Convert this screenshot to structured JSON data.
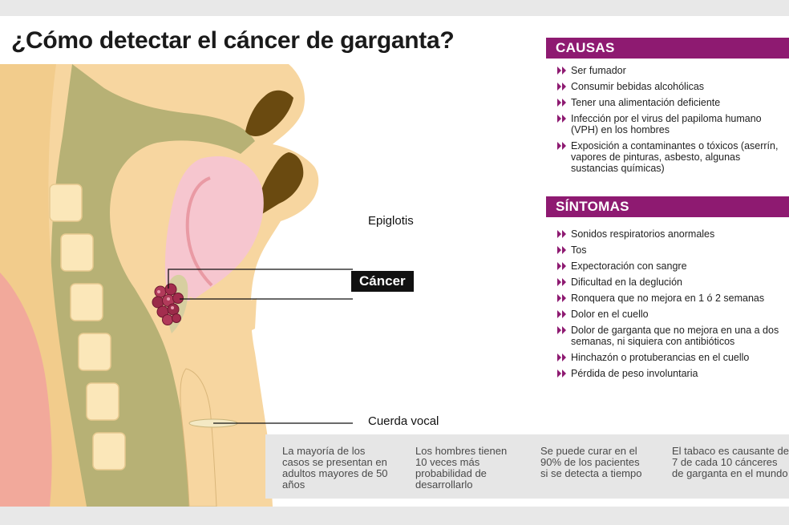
{
  "title": "¿Cómo detectar el cáncer de garganta?",
  "labels": {
    "epiglotis": "Epiglotis",
    "cancer": "Cáncer",
    "cuerda_vocal": "Cuerda vocal"
  },
  "causas": {
    "heading": "CAUSAS",
    "items": [
      "Ser fumador",
      "Consumir bebidas alcohólicas",
      "Tener una alimentación deficiente",
      "Infección por el virus del papiloma humano (VPH) en los hombres",
      "Exposición a contaminantes o tóxicos (aserrín, vapores de pinturas, asbesto, algunas sustancias químicas)"
    ]
  },
  "sintomas": {
    "heading": "SÍNTOMAS",
    "items": [
      "Sonidos respiratorios anormales",
      "Tos",
      "Expectoración con sangre",
      "Dificultad en la deglución",
      "Ronquera que no mejora en 1 ó 2 semanas",
      "Dolor en el cuello",
      "Dolor de garganta que no mejora en una a dos semanas, ni siquiera con antibióticos",
      "Hinchazón o protuberancias en el cuello",
      "Pérdida de peso involuntaria"
    ]
  },
  "stats": [
    "La mayoría de los casos se presentan en adultos mayores de 50 años",
    "Los hombres tienen 10 veces más probabilidad de desarrollarlo",
    "Se puede curar en el 90% de los pacientes si se detecta a tiempo",
    "El tabaco es causante de 7 de cada 10 cánceres de garganta en el mundo"
  ],
  "colors": {
    "accent": "#8e1a71",
    "skin": "#f7d6a0",
    "tissue_olive": "#b7b175",
    "pink_tissue": "#f6c6cf",
    "tumor": "#9a2b49",
    "stats_bg": "#e6e6e6"
  }
}
